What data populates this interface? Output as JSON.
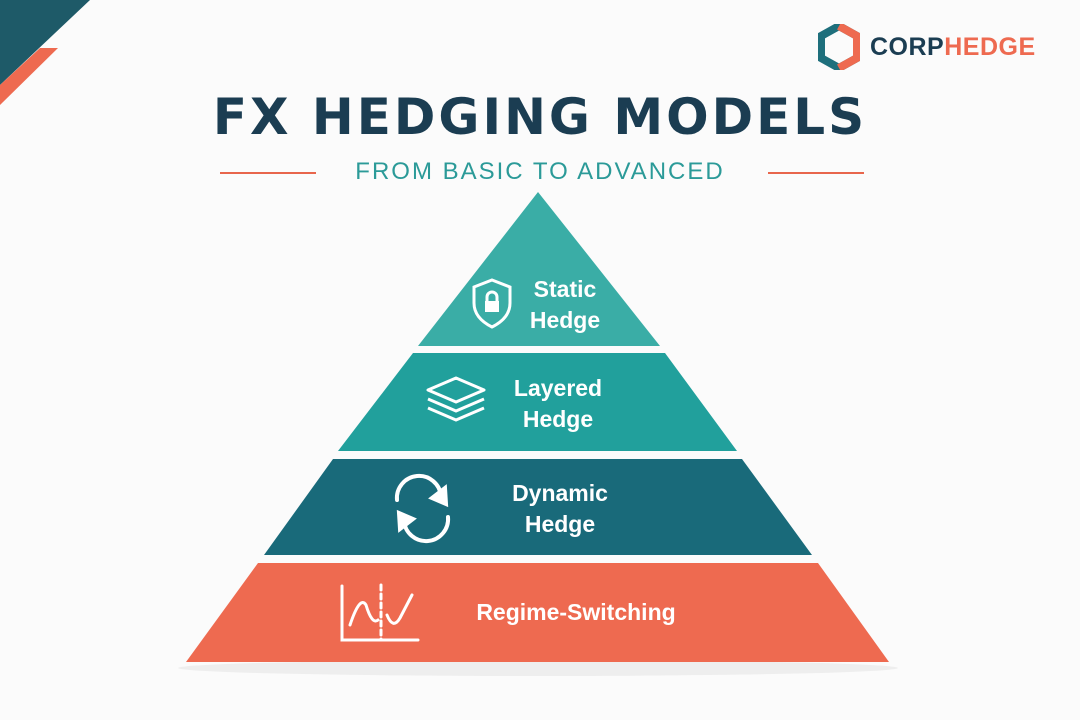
{
  "brand": {
    "name_part1": "CORP",
    "name_part2": "HEDGE",
    "colors": {
      "dark": "#1b3d52",
      "accent": "#e8664c",
      "teal": "#1e6f7c"
    }
  },
  "title": "FX HEDGING MODELS",
  "subtitle": "FROM BASIC TO ADVANCED",
  "tiers": [
    {
      "line1": "Static",
      "line2": "Hedge",
      "icon": "shield-lock-icon",
      "color": "#3badA6"
    },
    {
      "line1": "Layered",
      "line2": "Hedge",
      "icon": "layers-icon",
      "color": "#22a09c"
    },
    {
      "line1": "Dynamic",
      "line2": "Hedge",
      "icon": "refresh-cycle-icon",
      "color": "#196a7a"
    },
    {
      "line1": "Regime-Switching",
      "icon": "regime-chart-icon",
      "color": "#ee6a50"
    }
  ]
}
